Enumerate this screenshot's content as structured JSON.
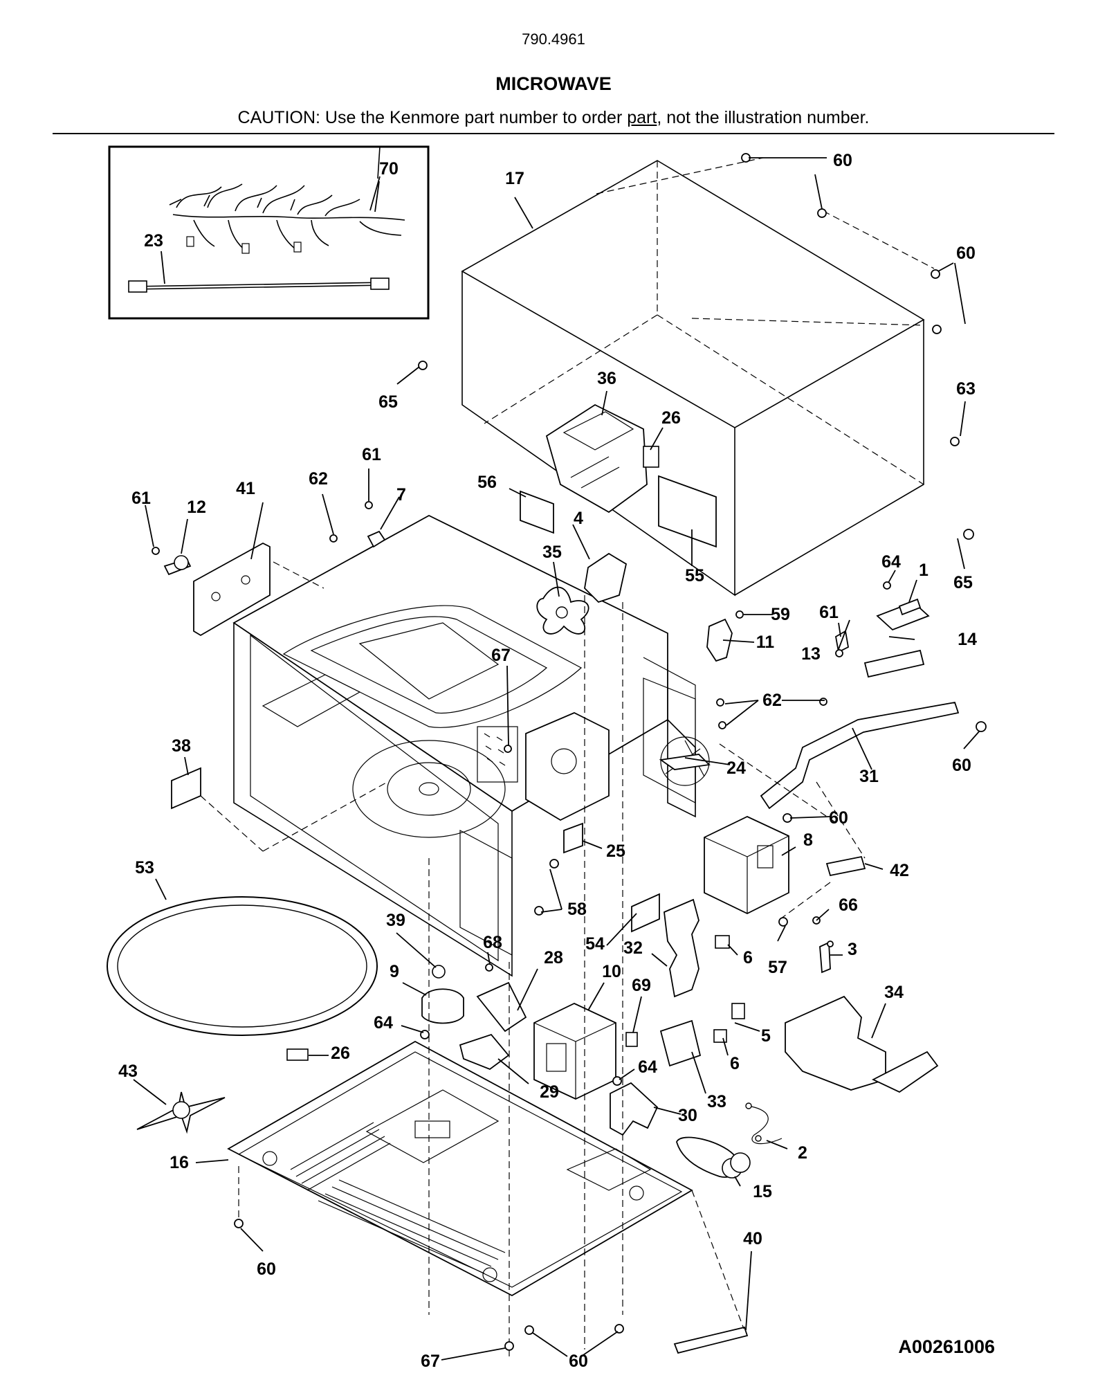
{
  "header": {
    "model_number": "790.4961",
    "title": "MICROWAVE",
    "caution_prefix": "CAUTION: Use the Kenmore part number to order ",
    "caution_link": "part",
    "caution_suffix": ", not the illustration number."
  },
  "figure_code": "A00261006",
  "callouts": {
    "c60a": "60",
    "c17": "17",
    "c70": "70",
    "c23": "23",
    "c60b": "60",
    "c65a": "65",
    "c36": "36",
    "c63": "63",
    "c26a": "26",
    "c61a": "61",
    "c62a": "62",
    "c61b": "61",
    "c41": "41",
    "c12": "12",
    "c7": "7",
    "c56": "56",
    "c4": "4",
    "c35": "35",
    "c55": "55",
    "c65b": "65",
    "c64a": "64",
    "c1": "1",
    "c59": "59",
    "c11": "11",
    "c61c": "61",
    "c14": "14",
    "c67a": "67",
    "c13": "13",
    "c62b": "62",
    "c38": "38",
    "c24": "24",
    "c31": "31",
    "c60c": "60",
    "c60d": "60",
    "c8": "8",
    "c25": "25",
    "c53": "53",
    "c42": "42",
    "c58": "58",
    "c66": "66",
    "c39": "39",
    "c54": "54",
    "c32": "32",
    "c6a": "6",
    "c57": "57",
    "c3": "3",
    "c68": "68",
    "c28": "28",
    "c9": "9",
    "c10": "10",
    "c69": "69",
    "c34": "34",
    "c64b": "64",
    "c5": "5",
    "c26b": "26",
    "c6b": "6",
    "c43": "43",
    "c64c": "64",
    "c29": "29",
    "c33": "33",
    "c30": "30",
    "c2": "2",
    "c16": "16",
    "c15": "15",
    "c60e": "60",
    "c40": "40",
    "c67b": "67",
    "c60f": "60"
  }
}
